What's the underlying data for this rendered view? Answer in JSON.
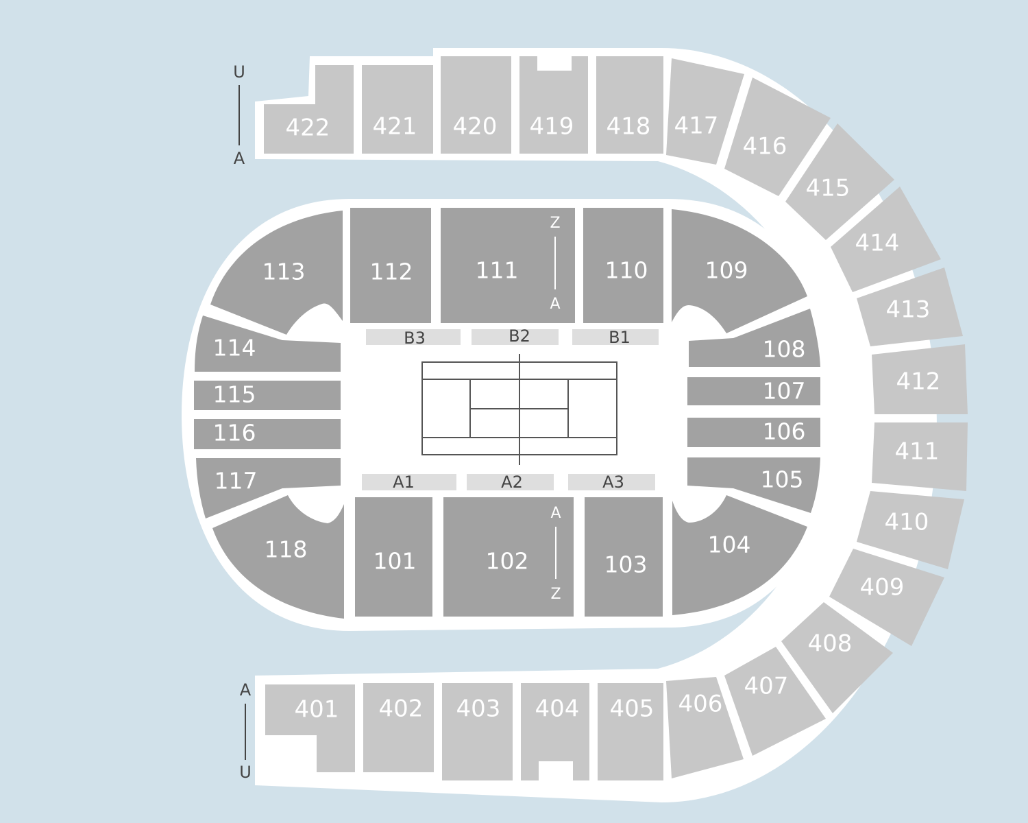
{
  "colors": {
    "background": "#d1e1ea",
    "outline": "#ffffff",
    "upper_tier": "#c7c7c7",
    "lower_tier": "#a2a2a2",
    "floor_blocks": "#dedede",
    "court_lines": "#555555",
    "label": "#ffffff",
    "floor_label": "#444444"
  },
  "upper_tier": {
    "sections": [
      "422",
      "421",
      "420",
      "419",
      "418",
      "417",
      "416",
      "415",
      "414",
      "413",
      "412",
      "411",
      "410",
      "409",
      "408",
      "407",
      "406",
      "405",
      "404",
      "403",
      "402",
      "401"
    ],
    "row_indicators": {
      "top": {
        "first": "U",
        "last": "A"
      },
      "bottom": {
        "first": "A",
        "last": "U"
      }
    }
  },
  "lower_tier": {
    "sections": [
      "101",
      "102",
      "103",
      "104",
      "105",
      "106",
      "107",
      "108",
      "109",
      "110",
      "111",
      "112",
      "113",
      "114",
      "115",
      "116",
      "117",
      "118"
    ],
    "row_indicators": {
      "section_111": {
        "first": "Z",
        "last": "A"
      },
      "section_102": {
        "first": "A",
        "last": "Z"
      }
    }
  },
  "floor": {
    "blocks_top": [
      "B3",
      "B2",
      "B1"
    ],
    "blocks_bottom": [
      "A1",
      "A2",
      "A3"
    ],
    "court": "tennis-court-icon"
  }
}
